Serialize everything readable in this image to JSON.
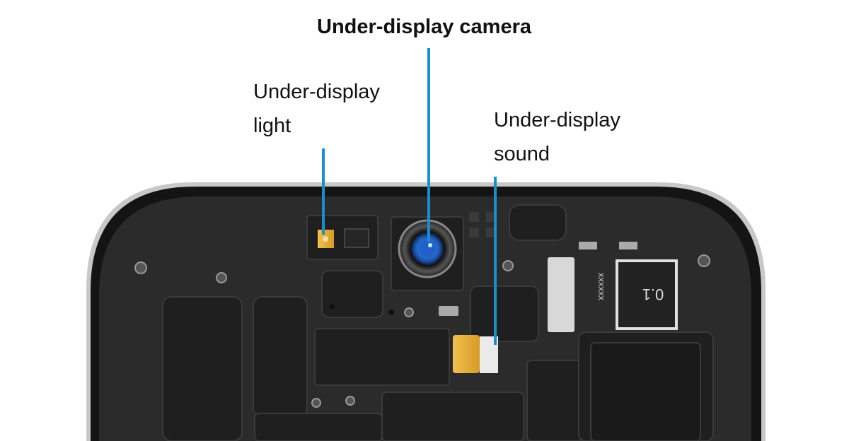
{
  "labels": {
    "camera": "Under-display camera",
    "light_line1": "Under-display",
    "light_line2": "light",
    "sound_line1": "Under-display",
    "sound_line2": "sound"
  },
  "component_markings": {
    "chip_text": "0.1",
    "flex_text": "xxxxxx"
  },
  "colors": {
    "leader_line": "#1a8fd0",
    "phone_body": "#2b2b2b",
    "frame": "#1a1a1a",
    "gold_contact": "#e8b341"
  }
}
